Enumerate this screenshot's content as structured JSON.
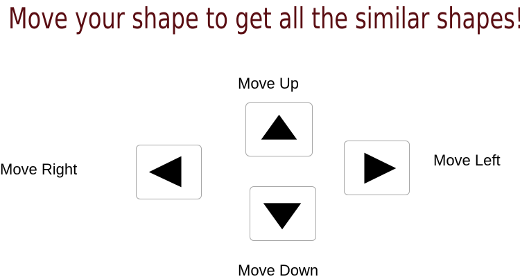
{
  "title": "Move your shape to get all the similar shapes!",
  "controls": {
    "up": {
      "label": "Move Up",
      "icon": "triangle-up-icon"
    },
    "down": {
      "label": "Move Down",
      "icon": "triangle-down-icon"
    },
    "left": {
      "label": "Move Left",
      "icon": "triangle-right-icon"
    },
    "right": {
      "label": "Move Right",
      "icon": "triangle-left-icon"
    }
  },
  "colors": {
    "title": "#5a0d12",
    "arrow": "#000000",
    "button_border": "#a8a8a8"
  }
}
